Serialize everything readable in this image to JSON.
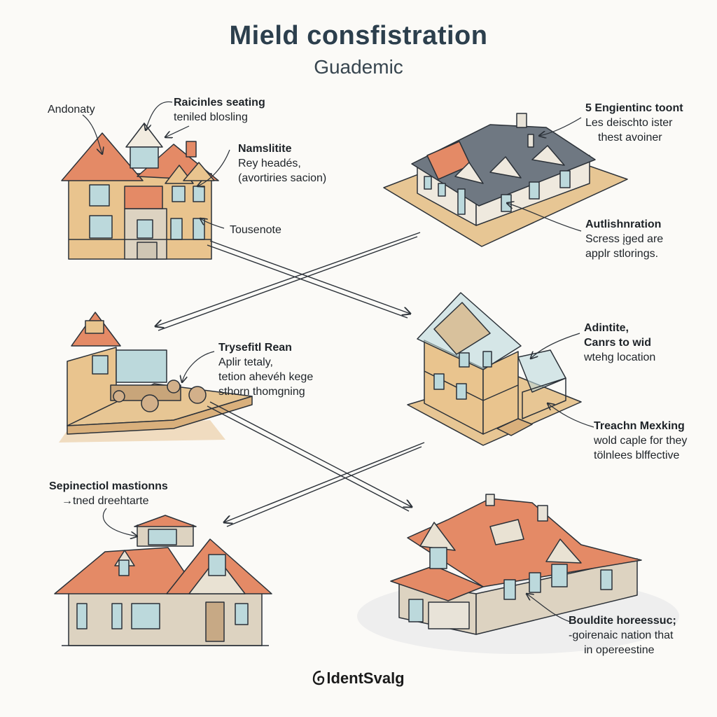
{
  "header": {
    "title": "Mield consfistration",
    "subtitle": "Guademic"
  },
  "labels": {
    "andonaty": "Andonaty",
    "raicinles": {
      "heading": "Raicinles seating",
      "lines": [
        "teniled blosling"
      ]
    },
    "namslitite": {
      "heading": "Namslitite",
      "lines": [
        "Rey headés,",
        "(avortiries sacion)"
      ]
    },
    "tousenote": "Tousenote",
    "engientinc": {
      "heading": "5 Engientinc toont",
      "lines": [
        "Les deischto ister",
        "thest avoiner"
      ]
    },
    "autlishnration": {
      "heading": "Autlishnration",
      "lines": [
        "Scress įged are",
        "applr stlorings."
      ]
    },
    "trysefitl": {
      "heading": "Trysefitl Rean",
      "lines": [
        "Aplir tetaly,",
        "tetion ahevéh kege",
        "sthorn thomgning"
      ]
    },
    "adintite": {
      "heading": "Adintite,",
      "lines": [
        "Canrs to wid",
        "wtehg location"
      ]
    },
    "treachn": {
      "heading": "Treachn Mexking",
      "lines": [
        "wold caple for they",
        "tölnlees blffective"
      ]
    },
    "sepinectiol": {
      "heading": "Sepinectiol mastionns",
      "lines": [
        "→tned dreehtarte"
      ]
    },
    "bouldite": {
      "heading": "Bouldite horeessuc;",
      "lines": [
        "-goirenaic nation that",
        "in operеestine"
      ]
    }
  },
  "footer": {
    "logo_text": "ldentSvalg"
  },
  "colors": {
    "roof_orange": "#e48a66",
    "wall_tan": "#e9c48e",
    "wall_beige": "#ddd3c1",
    "roof_gray": "#6f7882",
    "ground": "#e7c694",
    "glass": "#bcd9dc",
    "line": "#2b3138"
  }
}
